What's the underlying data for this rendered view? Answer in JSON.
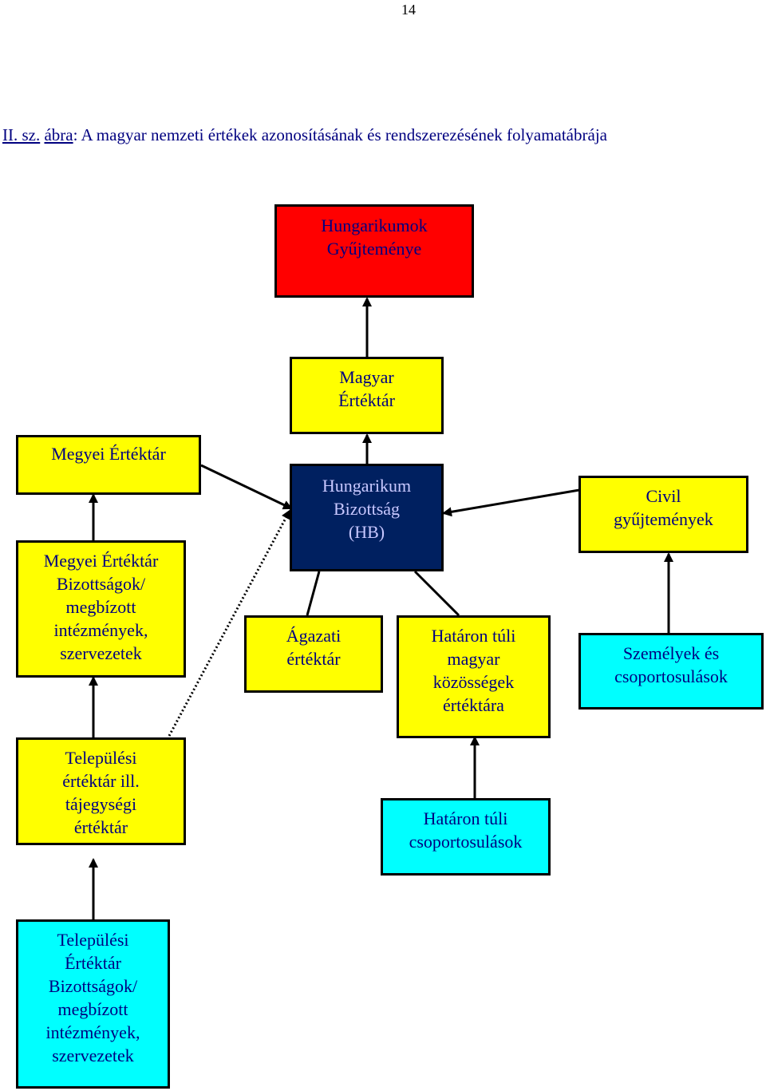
{
  "page": {
    "number": "14"
  },
  "caption": {
    "label": "II. sz.",
    "sep": " ",
    "abra": "ábra",
    "text": ": A magyar nemzeti értékek azonosításának és rendszerezésének folyamatábrája"
  },
  "nodes": {
    "hungarikumok": "Hungarikumok\nGyűjteménye",
    "magyar_ertektar": "Magyar\nÉrtéktár",
    "megyei_ertektar": "Megyei Értéktár",
    "hungarikum_bizottsag": "Hungarikum\nBizottság\n(HB)",
    "civil": "Civil\ngyűjtemények",
    "megyei_bizottsagok": "Megyei Értéktár\nBizottságok/\nmegbízott\nintézmények,\nszervezetek",
    "agazati": "Ágazati\nértéktár",
    "hataron_tuli_kozossegek": "Határon túli\nmagyar\nközösségek\nértéktára",
    "szemelyek": "Személyek és\ncsoportosulások",
    "telepulesi_ertektar": "Települési\nértéktár ill.\ntájegységi\nértéktár",
    "hataron_tuli_csoport": "Határon túli\ncsoportosulások",
    "telepulesi_bizottsagok": "Települési\nÉrtéktár\nBizottságok/\nmegbízott\nintézmények,\nszervezetek"
  },
  "colors": {
    "top": "#ff0000",
    "value_store": "#ffff00",
    "committee": "#002060",
    "community": "#00ffff",
    "text": "#000080"
  }
}
